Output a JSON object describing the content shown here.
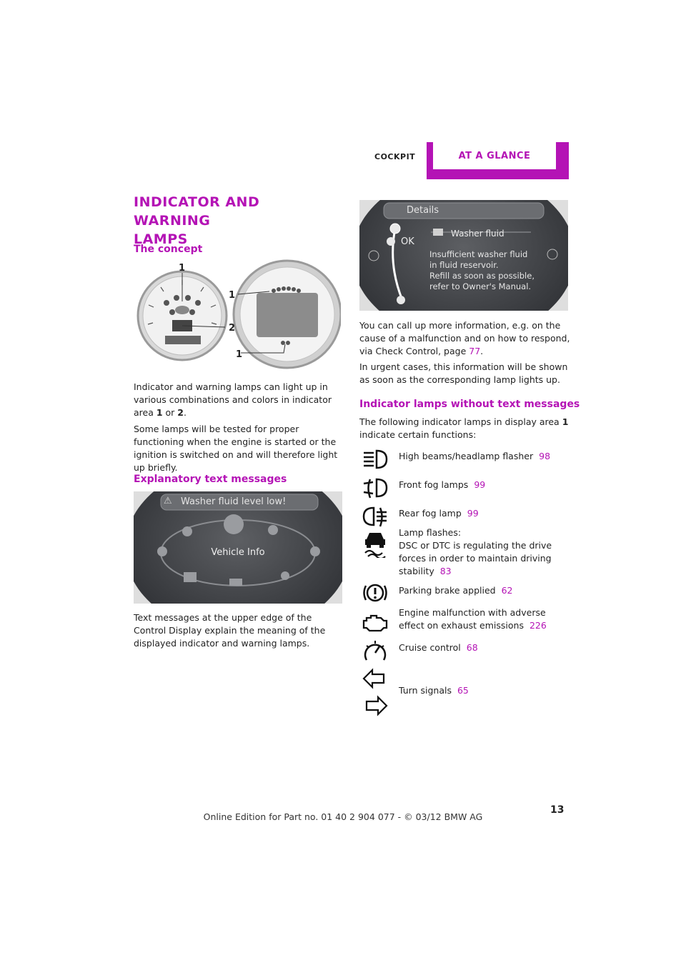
{
  "header": {
    "section": "Cockpit",
    "tab": "At a glance"
  },
  "title_lines": [
    "Indicator and warning",
    "lamps"
  ],
  "concept": {
    "heading": "The concept",
    "figure_labels": [
      "1",
      "2",
      "1",
      "1"
    ],
    "para1_pre": "Indicator and warning lamps can light up in various combinations and colors in indicator area ",
    "para1_b1": "1",
    "para1_mid": " or ",
    "para1_b2": "2",
    "para1_end": ".",
    "para2": "Some lamps will be tested for proper functioning when the engine is started or the ignition is switched on and will therefore light up briefly."
  },
  "explanatory": {
    "heading": "Explanatory text messages",
    "screen_title": "Washer fluid level low!",
    "screen_center": "Vehicle Info",
    "para": "Text messages at the upper edge of the Control Display explain the meaning of the displayed indicator and warning lamps."
  },
  "details_screen": {
    "title": "Details",
    "ok": "OK",
    "item_title": "Washer fluid",
    "body_lines": [
      "Insufficient washer fluid",
      "in fluid reservoir.",
      "Refill as soon as possible,",
      "refer to Owner's Manual."
    ]
  },
  "right_paras": {
    "p1_text": "You can call up more information, e.g. on the cause of a malfunction and on how to respond, via Check Control, page ",
    "p1_ref": "77",
    "p1_end": ".",
    "p2": "In urgent cases, this information will be shown as soon as the corresponding lamp lights up."
  },
  "no_text": {
    "heading": "Indicator lamps without text messages",
    "intro_pre": "The following indicator lamps in display area ",
    "intro_b": "1",
    "intro_end": " indicate certain functions:",
    "items": [
      {
        "icon": "high-beam-icon",
        "text": "High beams/headlamp flasher",
        "ref": "98"
      },
      {
        "icon": "front-fog-icon",
        "text": "Front fog lamps",
        "ref": "99"
      },
      {
        "icon": "rear-fog-icon",
        "text": "Rear fog lamp",
        "ref": "99"
      },
      {
        "icon": "stability-control-icon",
        "text_lines": [
          "Lamp flashes:",
          "DSC or DTC is regulating the drive forces in order to maintain driving stability"
        ],
        "ref": "83"
      },
      {
        "icon": "parking-brake-icon",
        "text": "Parking brake applied",
        "ref": "62"
      },
      {
        "icon": "engine-malfunction-icon",
        "text": "Engine malfunction with adverse effect on exhaust emissions",
        "ref": "226"
      },
      {
        "icon": "cruise-control-icon",
        "text": "Cruise control",
        "ref": "68"
      },
      {
        "icon": "turn-signal-icon",
        "text": "Turn signals",
        "ref": "65"
      }
    ]
  },
  "page_number": "13",
  "footer": "Online Edition for Part no. 01 40 2 904 077 - © 03/12 BMW AG"
}
